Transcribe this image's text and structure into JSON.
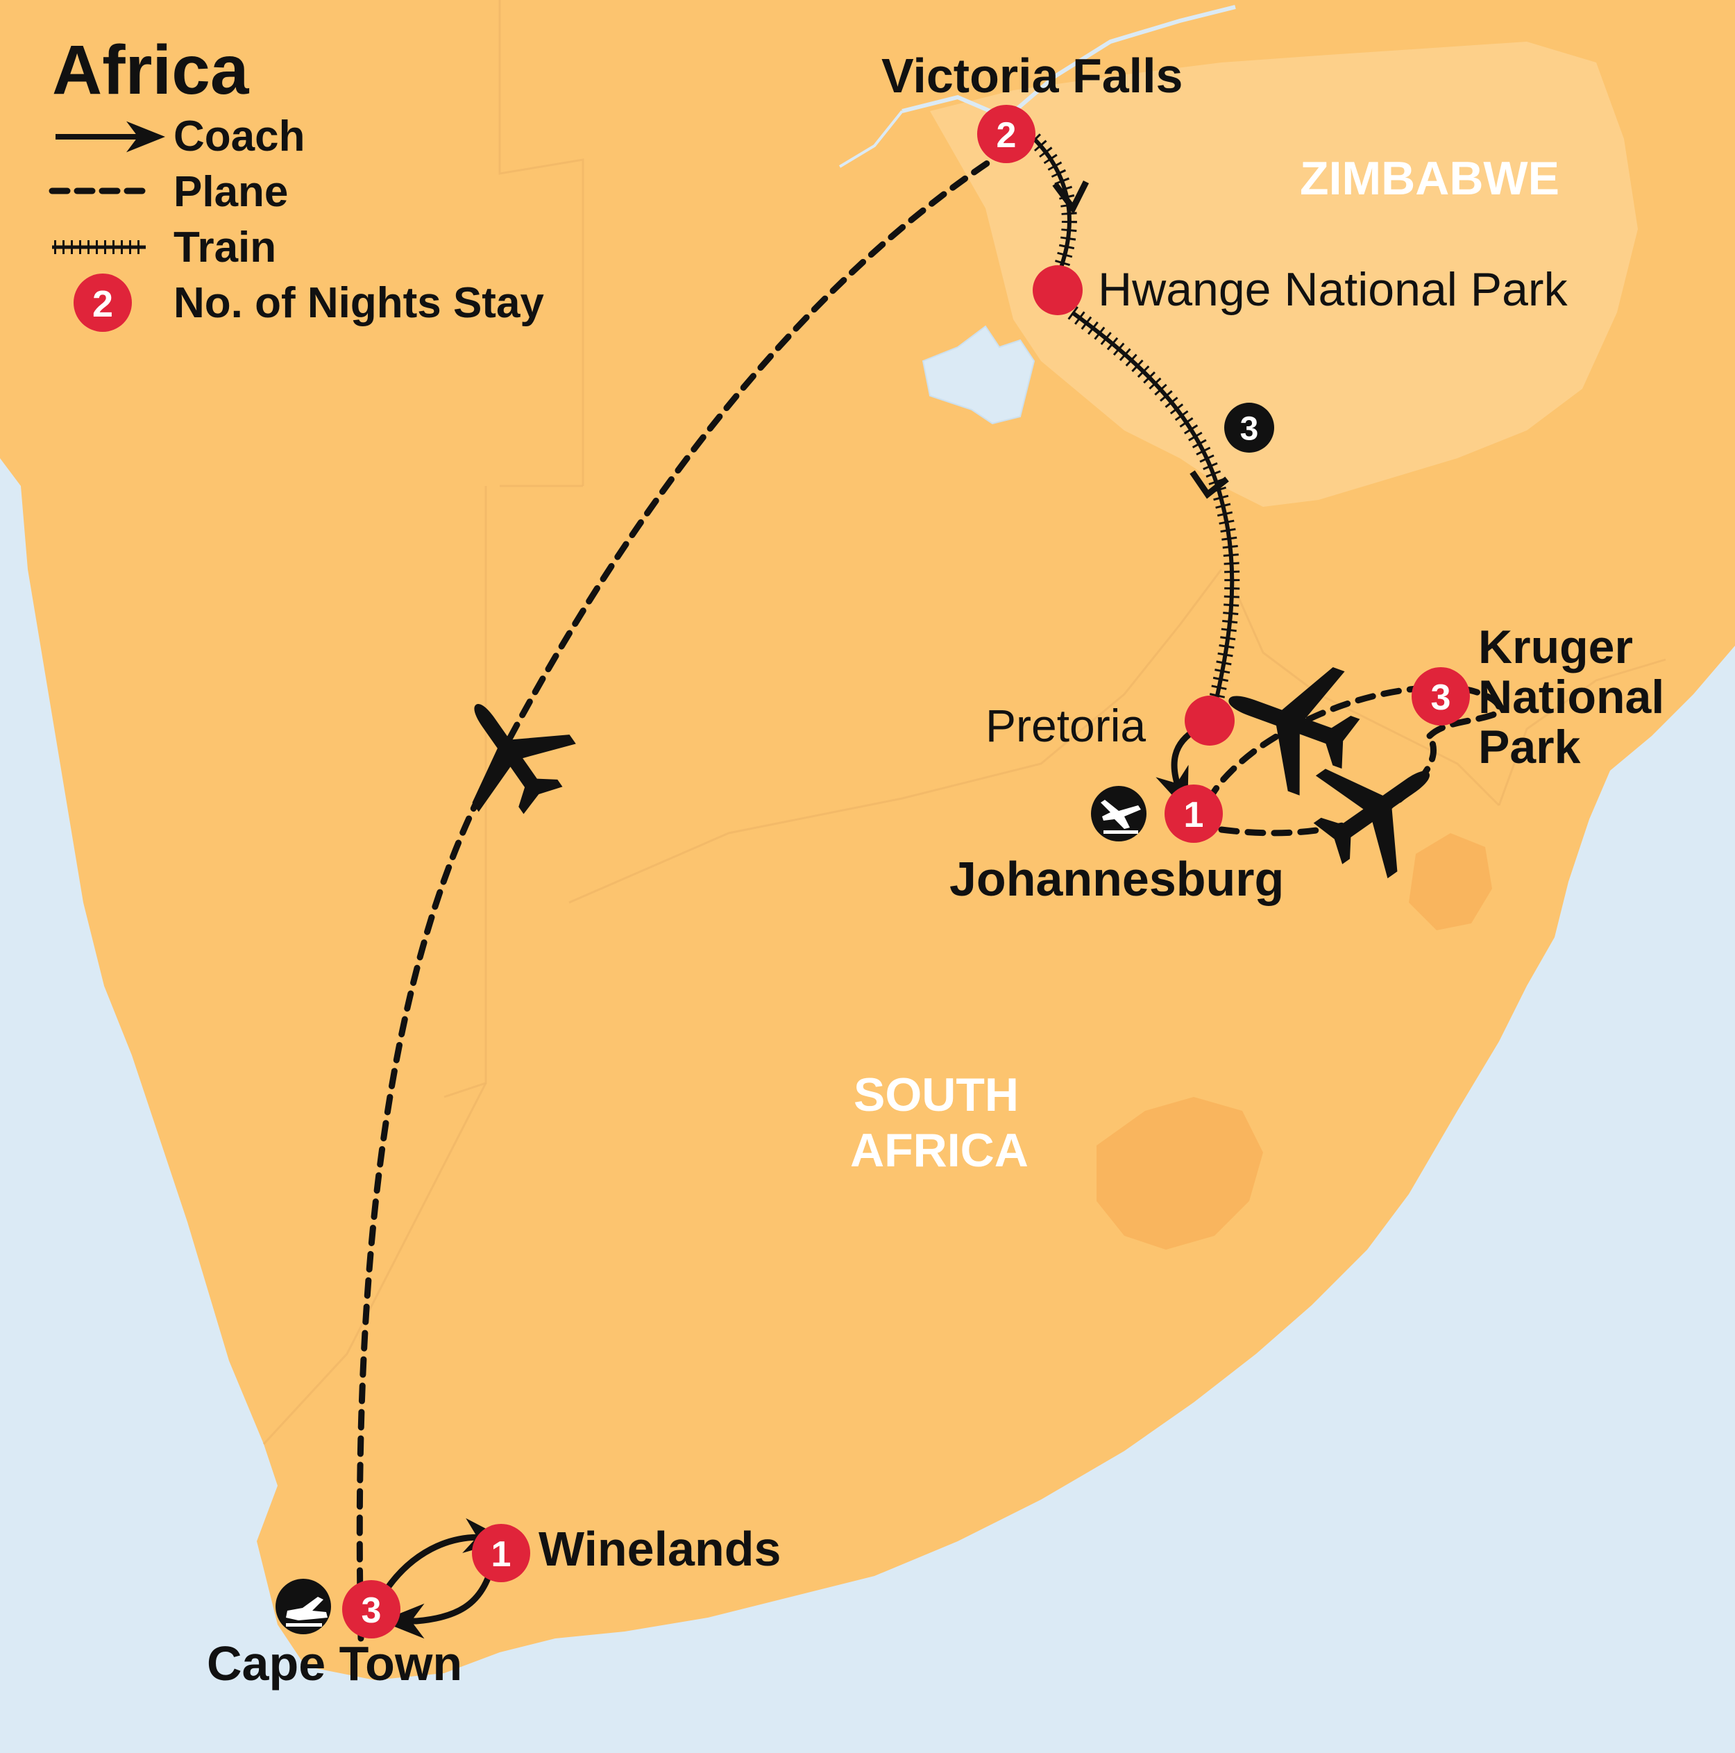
{
  "map": {
    "title": "Africa",
    "colors": {
      "ocean": "#dbeaf5",
      "land": "#fcc46f",
      "zimbabwe": "#fdd08a",
      "lesotho": "#f9b55e",
      "badge_red": "#e0243a",
      "route": "#111111",
      "lake": "#dbeaf5"
    }
  },
  "legend": {
    "items": [
      {
        "icon": "coach-arrow-icon",
        "label": "Coach"
      },
      {
        "icon": "plane-dash-icon",
        "label": "Plane"
      },
      {
        "icon": "train-track-icon",
        "label": "Train"
      },
      {
        "icon": "nights-badge-icon",
        "badge": "2",
        "label": "No. of Nights Stay"
      }
    ]
  },
  "countries": {
    "zimbabwe": "ZIMBABWE",
    "south_africa_line1": "SOUTH",
    "south_africa_line2": "AFRICA"
  },
  "stops": {
    "victoria_falls": {
      "name": "Victoria Falls",
      "nights": "2"
    },
    "hwange": {
      "name": "Hwange National Park"
    },
    "train_nights": "3",
    "pretoria": {
      "name": "Pretoria"
    },
    "johannesburg": {
      "name": "Johannesburg",
      "nights": "1",
      "icon": "airport-arrival-icon"
    },
    "kruger": {
      "name_line1": "Kruger",
      "name_line2": "National",
      "name_line3": "Park",
      "nights": "3"
    },
    "cape_town": {
      "name": "Cape Town",
      "nights": "3",
      "icon": "airport-departure-icon"
    },
    "winelands": {
      "name": "Winelands",
      "nights": "1"
    }
  }
}
